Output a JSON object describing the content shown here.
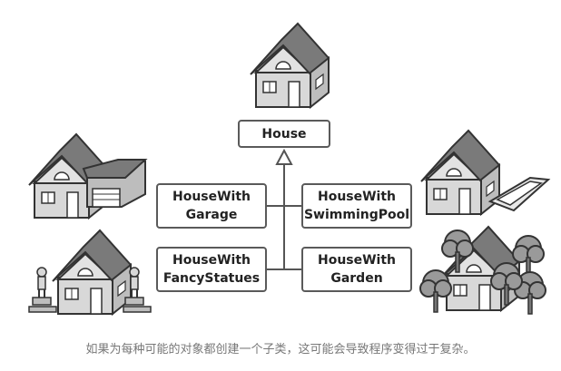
{
  "classes": {
    "base": "House",
    "garage": [
      "HouseWith",
      "Garage"
    ],
    "pool": [
      "HouseWith",
      "SwimmingPool"
    ],
    "statues": [
      "HouseWith",
      "FancyStatues"
    ],
    "garden": [
      "HouseWith",
      "Garden"
    ]
  },
  "caption": "如果为每种可能的对象都创建一个子类，这可能会导致程序变得过于复杂。",
  "colors": {
    "box_border": "#5a5a5a",
    "roof": "#7a7a7a",
    "wall": "#d8d8d8",
    "tree": "#9a9a9a",
    "caption": "#777777"
  }
}
